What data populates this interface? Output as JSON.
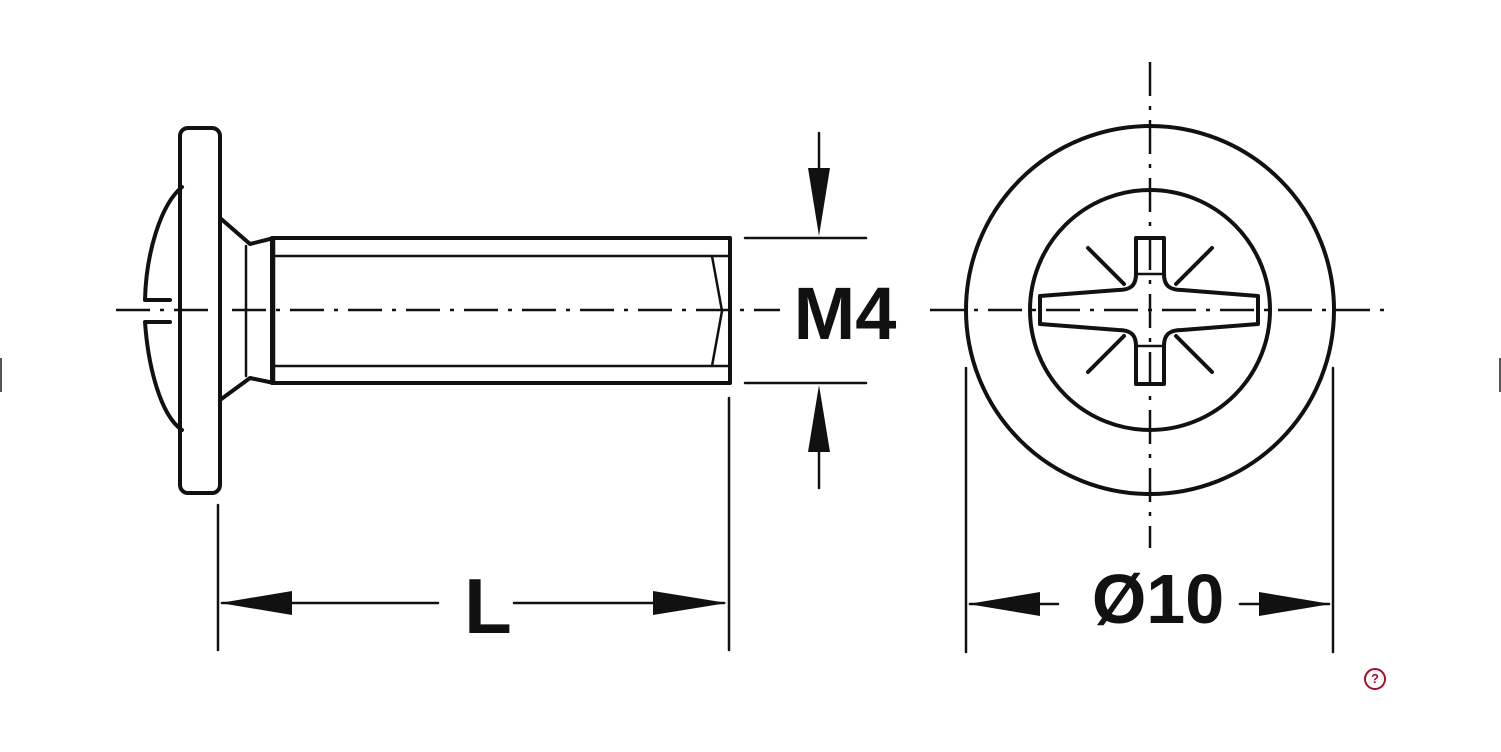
{
  "diagram": {
    "labels": {
      "thread_size": "M4",
      "length": "L",
      "diameter": "Ø10"
    }
  },
  "controls": {
    "help_glyph": "?",
    "help_icon": "question-circle-icon",
    "accent_color": "#a8102a"
  }
}
